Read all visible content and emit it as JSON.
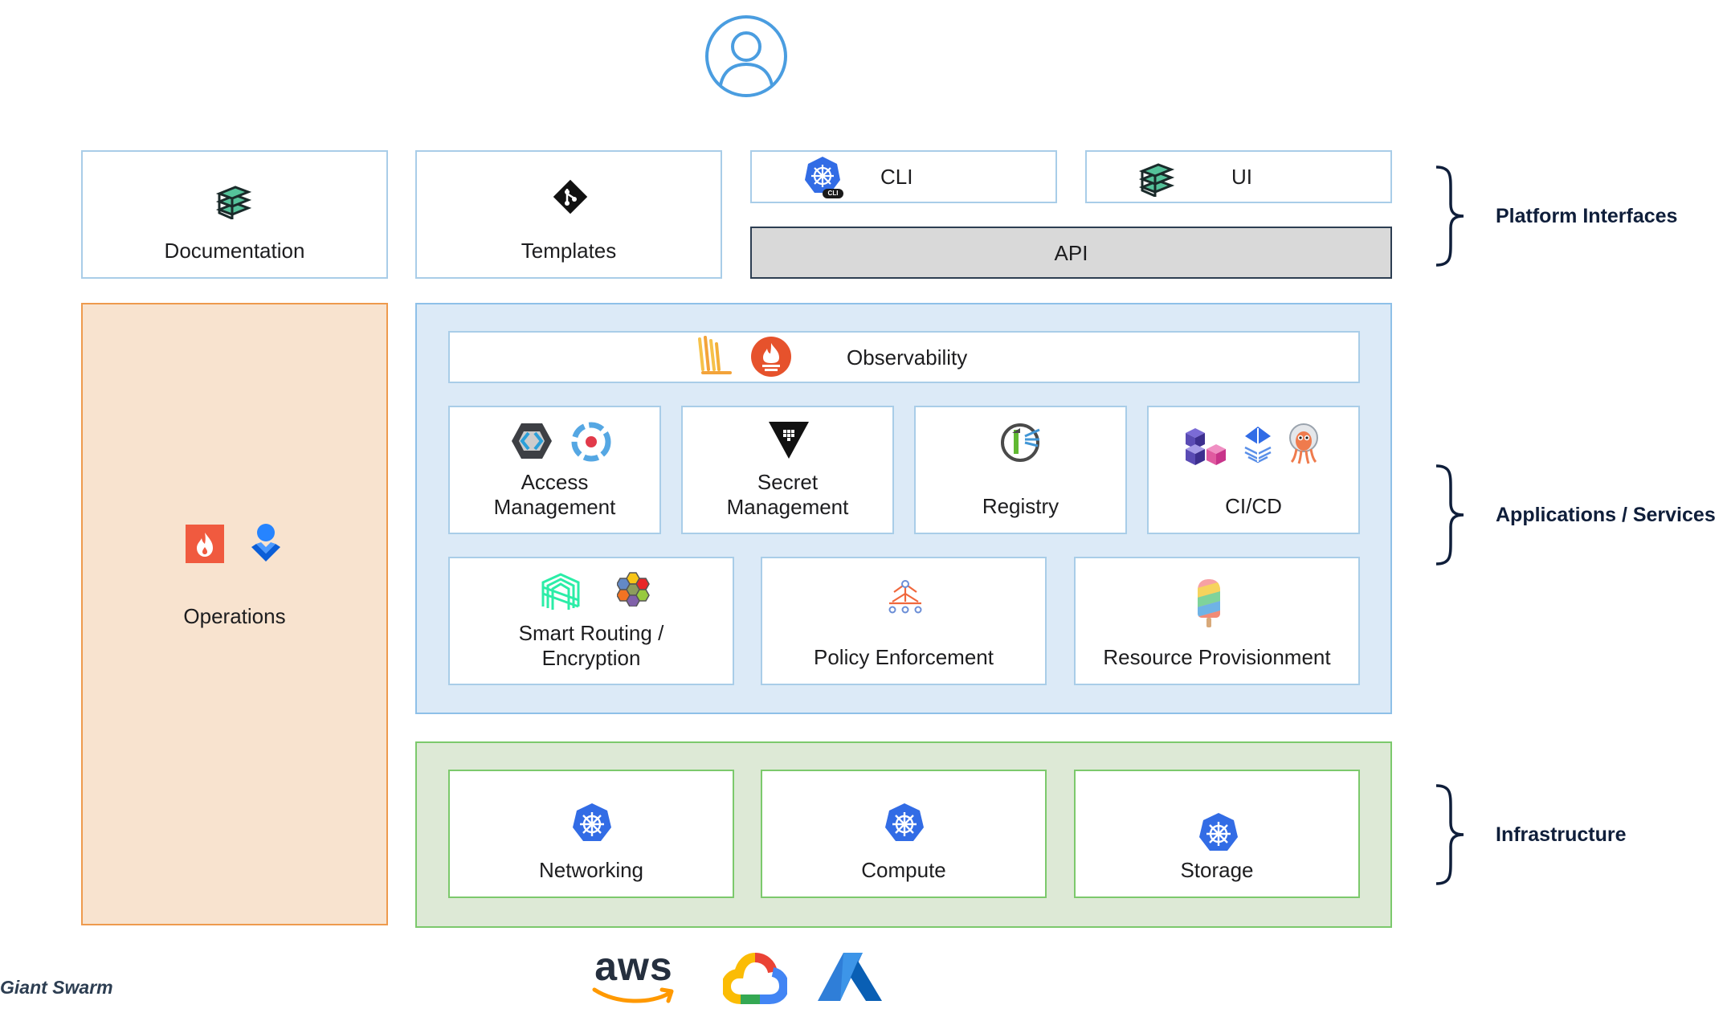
{
  "platform_interfaces": {
    "documentation": "Documentation",
    "templates": "Templates",
    "cli": "CLI",
    "cli_badge": "CLI",
    "ui": "UI",
    "api": "API"
  },
  "operations": {
    "label": "Operations"
  },
  "services": {
    "observability": "Observability",
    "access_management": "Access\nManagement",
    "secret_management": "Secret\nManagement",
    "registry": "Registry",
    "cicd": "CI/CD",
    "smart_routing": "Smart Routing /\nEncryption",
    "policy_enforcement": "Policy Enforcement",
    "resource_provisionment": "Resource Provisionment"
  },
  "infrastructure": {
    "networking": "Networking",
    "compute": "Compute",
    "storage": "Storage"
  },
  "side_labels": {
    "platform_interfaces": "Platform Interfaces",
    "applications_services": "Applications / Services",
    "infrastructure": "Infrastructure"
  },
  "cloud_providers": {
    "aws": "aws"
  },
  "brand": "Giant Swarm",
  "colors": {
    "interface_border": "#a9cde8",
    "operations_fill": "#f8e3cf",
    "operations_border": "#ee9a4d",
    "services_fill": "#dceaf7",
    "services_border": "#8ec0e8",
    "infra_fill": "#dde9d6",
    "infra_border": "#7cc96c",
    "api_fill": "#d9d9d9",
    "kubernetes_blue": "#326ce5",
    "user_icon": "#4a9de0"
  }
}
